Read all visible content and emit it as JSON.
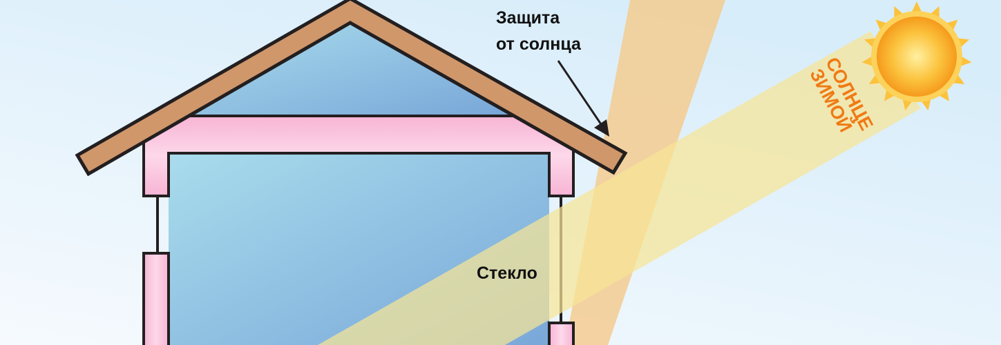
{
  "labels": {
    "sun_protection_line1": "Защита",
    "sun_protection_line2": "от солнца",
    "glass": "Стекло",
    "winter_sun_line1": "СОЛНЦЕ",
    "winter_sun_line2": "ЗИМОЙ"
  },
  "colors": {
    "roof": "#d0976b",
    "insulation": "#f9c4de",
    "glass": "#8fbfe2",
    "summer_beam": "#f5c98a",
    "winter_beam": "#f6e7a0",
    "sun": "#f7a823",
    "accent_text": "#f07a14"
  }
}
